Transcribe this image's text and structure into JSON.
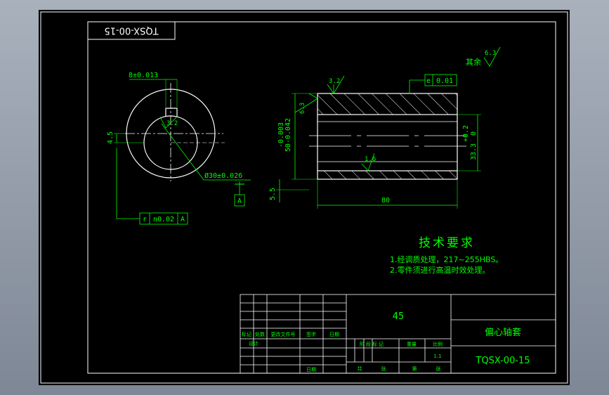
{
  "drawing": {
    "code_rotated": "TQSX-00-15",
    "left_view": {
      "keyway_dim": "8±0.013",
      "roughness_keyway": "3.2",
      "bore_dim": "Ø30±0.026",
      "height_dim": "4.5",
      "datum": "A",
      "fcf_symbol": "r",
      "fcf_value": "n0.02",
      "fcf_datum": "A"
    },
    "section_view": {
      "roughness_top": "3.2",
      "roughness_left": "6.3",
      "roughness_bore": "1.6",
      "fcf_symbol": "e",
      "fcf_value": "0.01",
      "dim_left_1": "-0.003",
      "dim_left_2": "50-0.042",
      "dim_right_1": "+0.2",
      "dim_right_2": "0",
      "dim_right_3": "33.3",
      "offset_dim": "5.5",
      "length_dim": "80"
    },
    "other_roughness_label": "其余",
    "other_roughness_value": "6.3"
  },
  "tech_req": {
    "title": "技术要求",
    "line1": "1.经调质处理，217~255HBS。",
    "line2": "2.零件须进行高温时效处理。"
  },
  "title_block": {
    "material": "45",
    "part_name": "偏心轴套",
    "drawing_no": "TQSX-00-15",
    "scale": "1:1",
    "col_mark": "标记",
    "col_count": "处数",
    "col_doc": "更改文件号",
    "col_sign": "签字",
    "col_date": "日期",
    "design": "设计",
    "date_label": "日期",
    "stage_label": "阶段标记",
    "weight_label": "重量",
    "scale_label": "比例",
    "sheet_total": "共",
    "sheet_label": "张",
    "sheet_no": "第",
    "sheet_label2": "张"
  }
}
